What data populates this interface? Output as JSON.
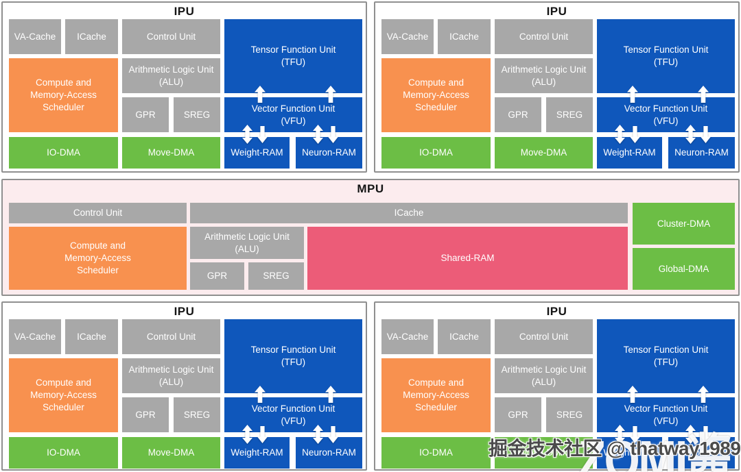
{
  "colors": {
    "blue": "#0f57bb",
    "green": "#6cbe45",
    "orange": "#f8914f",
    "gray": "#a8a8a8",
    "rose": "#ec5c78",
    "mpu_bg": "#fcecee",
    "panel_border": "#8f8f8f",
    "title_text": "#151515",
    "block_text": "#ffffff"
  },
  "ipu": {
    "title": "IPU",
    "blocks": {
      "va_cache": "VA-Cache",
      "icache": "ICache",
      "control_unit": "Control Unit",
      "tfu": [
        "Tensor Function Unit",
        "(TFU)"
      ],
      "scheduler": [
        "Compute and",
        "Memory-Access",
        "Scheduler"
      ],
      "alu": [
        "Arithmetic Logic Unit",
        "(ALU)"
      ],
      "gpr": "GPR",
      "sreg": "SREG",
      "vfu": [
        "Vector Function Unit",
        "(VFU)"
      ],
      "io_dma": "IO-DMA",
      "move_dma": "Move-DMA",
      "weight_ram": "Weight-RAM",
      "neuron_ram": "Neuron-RAM"
    },
    "arrows": {
      "tfu_vfu": "up",
      "vfu_ram": "bidirectional-and-down"
    }
  },
  "mpu": {
    "title": "MPU",
    "blocks": {
      "control_unit": "Control Unit",
      "icache": "ICache",
      "scheduler": [
        "Compute and",
        "Memory-Access",
        "Scheduler"
      ],
      "alu": [
        "Arithmetic Logic Unit",
        "(ALU)"
      ],
      "gpr": "GPR",
      "sreg": "SREG",
      "shared_ram": "Shared-RAM",
      "cluster_dma": "Cluster-DMA",
      "global_dma": "Global-DMA"
    }
  },
  "watermark": {
    "community": "掘金技术社区 @ thatway1989",
    "logo": "ZOMI酱"
  }
}
